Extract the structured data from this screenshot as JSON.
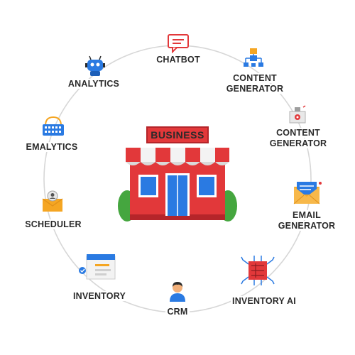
{
  "center": {
    "sign": "BUSINESS",
    "icon": "storefront-icon"
  },
  "nodes": [
    {
      "id": "chatbot",
      "lines": [
        "CHATBOT"
      ],
      "icon": "chat-bubble-icon"
    },
    {
      "id": "content1",
      "lines": [
        "CONTENT",
        "GENERATOR"
      ],
      "icon": "workflow-tree-icon"
    },
    {
      "id": "content2",
      "lines": [
        "CONTENT",
        "GENERATOR"
      ],
      "icon": "gear-box-icon"
    },
    {
      "id": "email",
      "lines": [
        "EMAIL",
        "GENERATOR"
      ],
      "icon": "envelope-letter-icon"
    },
    {
      "id": "inventoryai",
      "lines": [
        "INVENTORY AI"
      ],
      "icon": "circuit-chip-icon"
    },
    {
      "id": "crm",
      "lines": [
        "CRM"
      ],
      "icon": "person-icon"
    },
    {
      "id": "inventory",
      "lines": [
        "INVENTORY"
      ],
      "icon": "checklist-document-icon"
    },
    {
      "id": "scheduler",
      "lines": [
        "SCHEDULER"
      ],
      "icon": "envelope-user-icon"
    },
    {
      "id": "emalytics",
      "lines": [
        "EMALYTICS"
      ],
      "icon": "keyboard-headset-icon"
    },
    {
      "id": "analytics",
      "lines": [
        "ANALYTICS"
      ],
      "icon": "robot-icon"
    }
  ],
  "colors": {
    "ring": "#d7d7d7",
    "text": "#2a2a2a",
    "red": "#e2383a",
    "dark_red": "#b5252a",
    "blue": "#2a7ae2",
    "green": "#45a63f",
    "orange": "#f5a623",
    "awning_white": "#f3f3f3"
  }
}
